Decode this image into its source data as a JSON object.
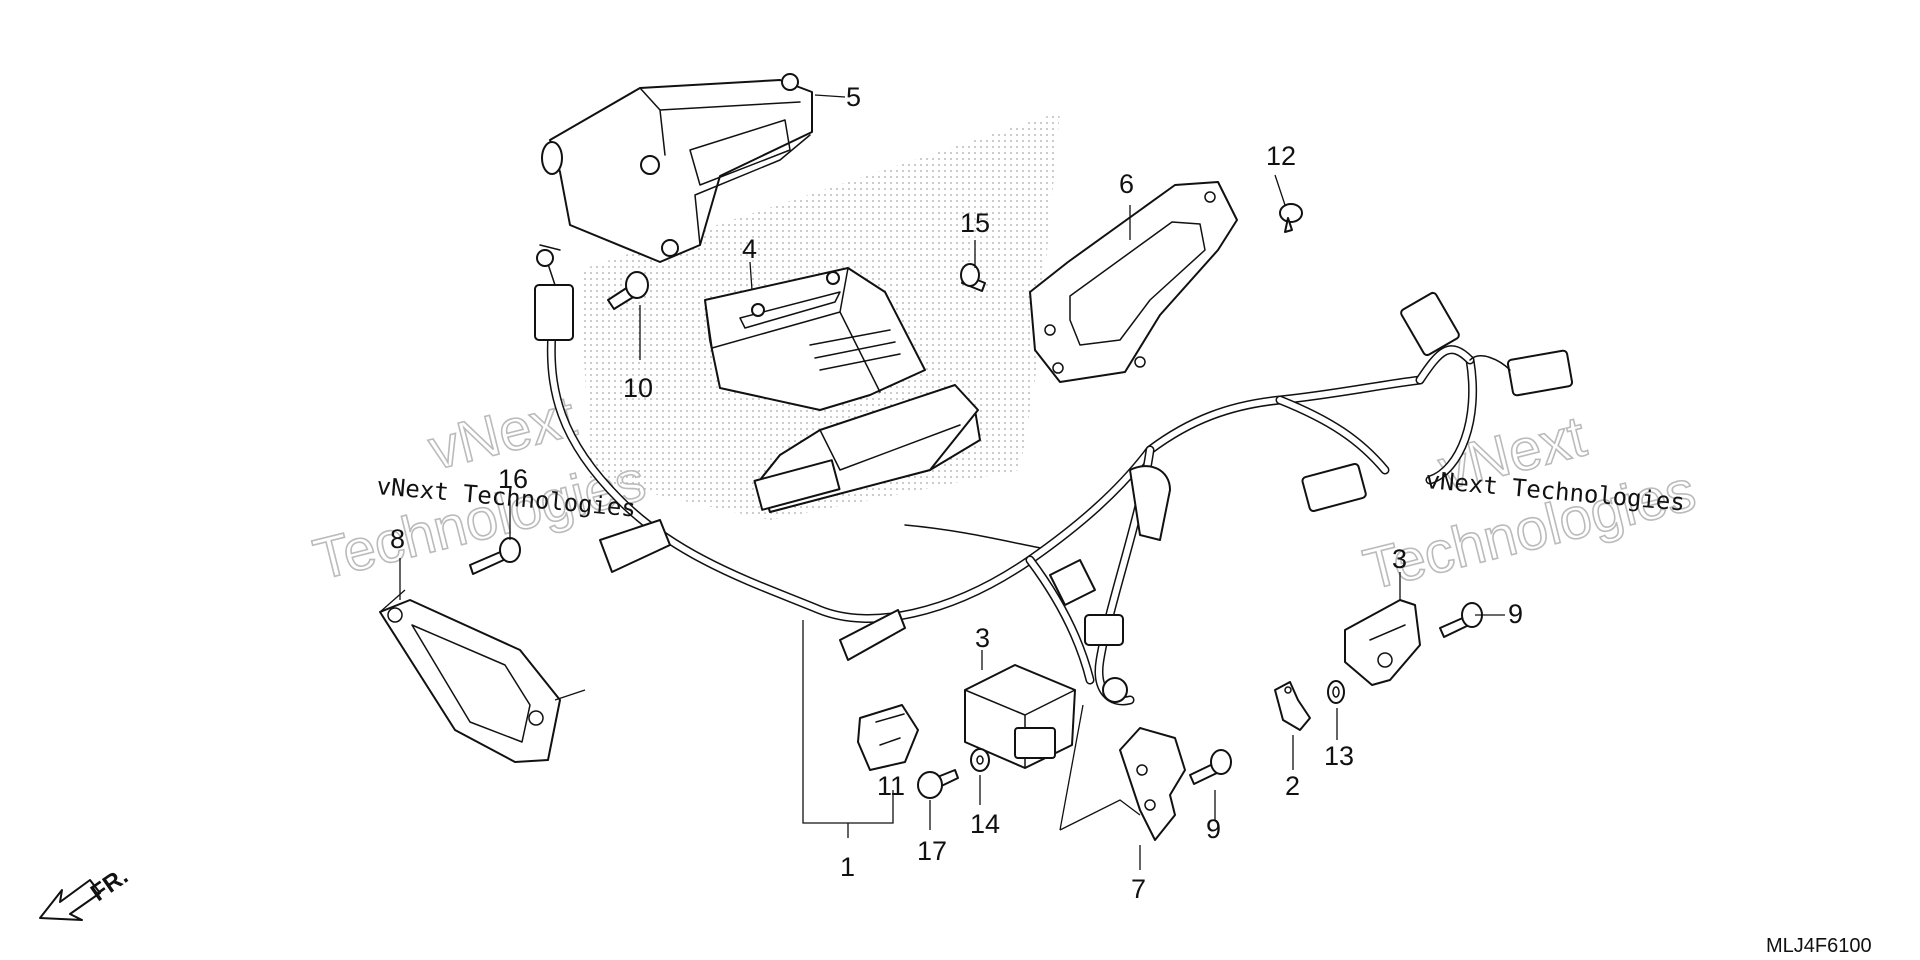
{
  "callouts": {
    "c1": "1",
    "c2": "2",
    "c3a": "3",
    "c3b": "3",
    "c4": "4",
    "c5": "5",
    "c6": "6",
    "c7": "7",
    "c8": "8",
    "c9a": "9",
    "c9b": "9",
    "c10": "10",
    "c11": "11",
    "c12": "12",
    "c13": "13",
    "c14": "14",
    "c15": "15",
    "c16": "16",
    "c17": "17"
  },
  "direction_label": "FR.",
  "diagram_code": "MLJ4F6100",
  "watermark": {
    "line1": "vNext Technologies",
    "big1": "vNext",
    "big2": "Technologies"
  }
}
